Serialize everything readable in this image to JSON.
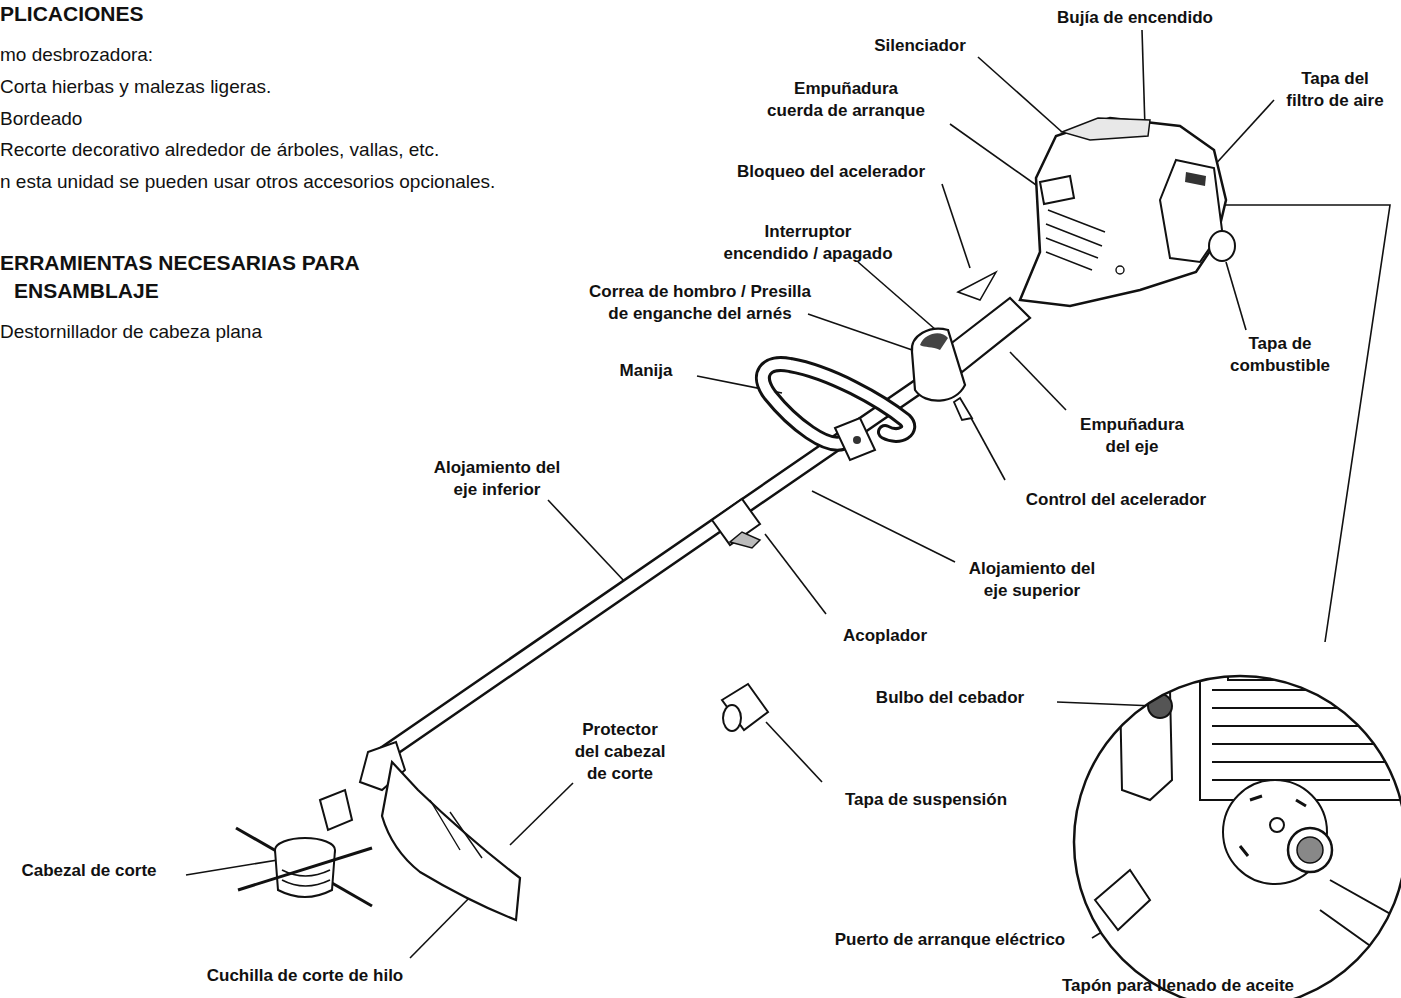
{
  "diagram": {
    "labels": [
      "PLICACIONES",
      "mo desbrozadora:",
      "Corta hierbas y malezas ligeras.",
      "Bordeado",
      "Recorte decorativo alrededor de árboles, vallas, etc.",
      "n esta unidad se pueden usar otros accesorios opcionales.",
      "ERRAMIENTAS NECESARIAS PARA",
      "ENSAMBLAJE",
      "Destornillador de cabeza plana",
      "Bujía de encendido",
      "Silenciador",
      "Tapa del filtro de aire",
      "Empuñadura cuerda de arranque",
      "Bloqueo del acelerador",
      "Interruptor encendido / apagado",
      "Correa de hombro / Presilla de enganche del arnés",
      "Tapa de combustible",
      "Manija",
      "Empuñadura del eje",
      "Alojamiento del eje inferior",
      "Control del acelerador",
      "Alojamiento del eje superior",
      "Acoplador",
      "Bulbo del cebador",
      "Protector del cabezal de corte",
      "Tapa de suspensión",
      "Cabezal de corte",
      "Puerto de arranque eléctrico",
      "Cuchilla de corte de hilo",
      "Tapón para llenado de aceite"
    ]
  }
}
